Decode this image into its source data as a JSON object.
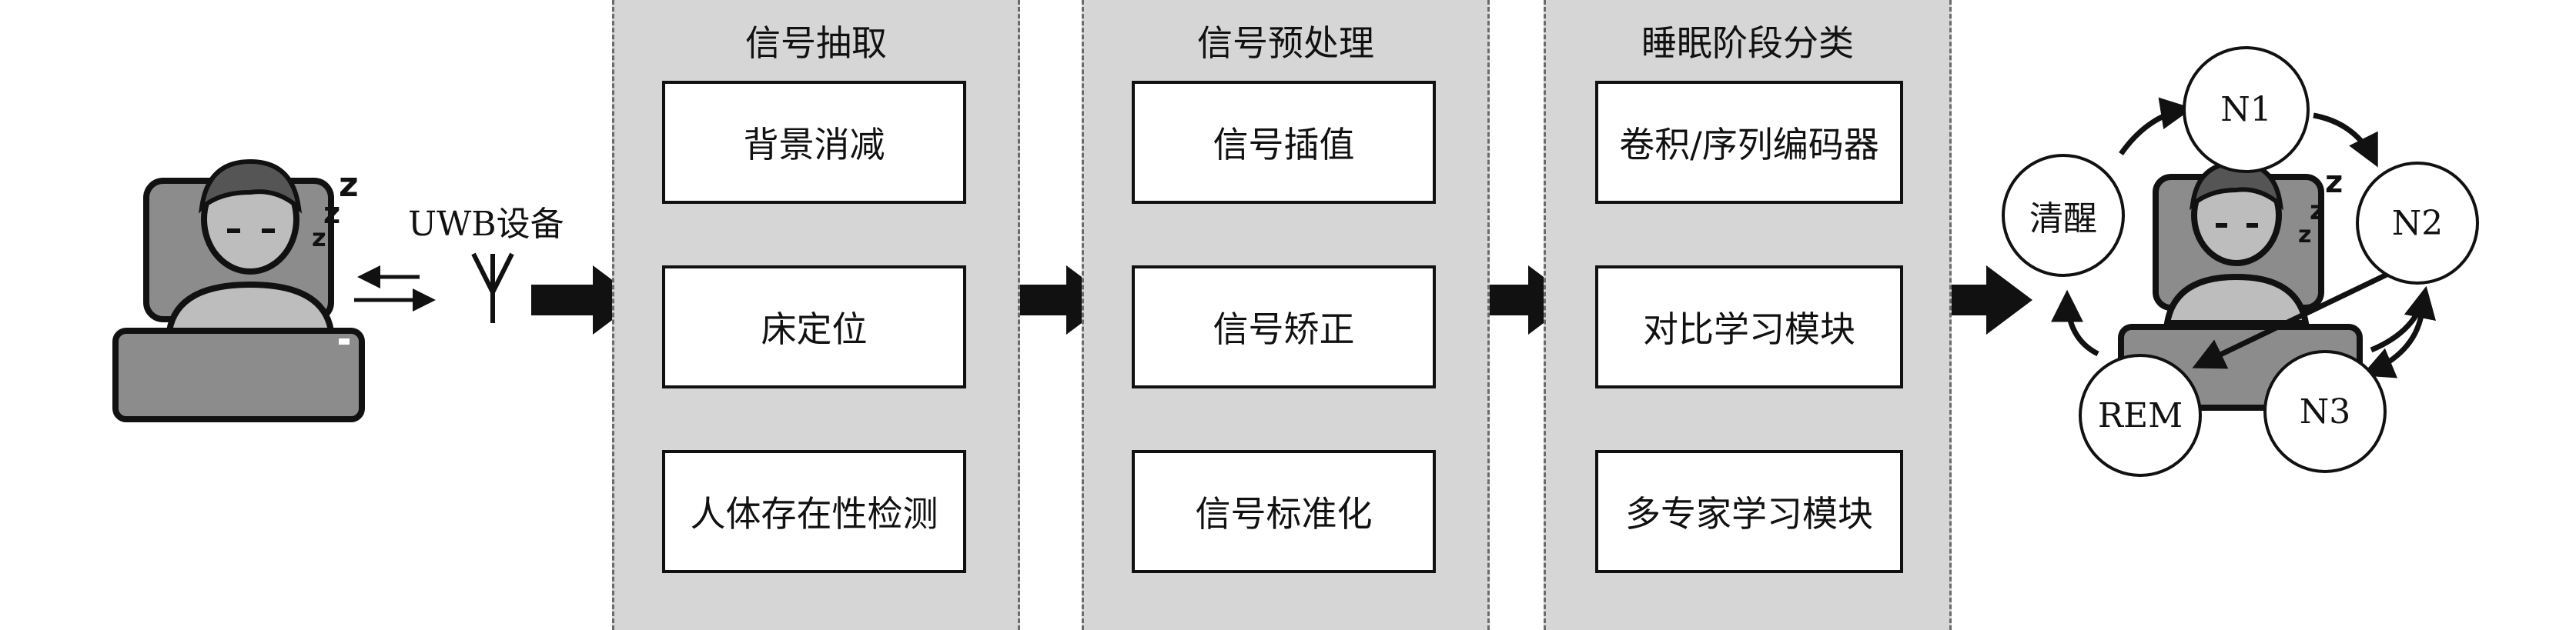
{
  "device": {
    "label": "UWB设备"
  },
  "panels": [
    {
      "title": "信号抽取",
      "steps": [
        "背景消减",
        "床定位",
        "人体存在性检测"
      ]
    },
    {
      "title": "信号预处理",
      "steps": [
        "信号插值",
        "信号矫正",
        "信号标准化"
      ]
    },
    {
      "title": "睡眠阶段分类",
      "steps": [
        "卷积/序列编码器",
        "对比学习模块",
        "多专家学习模块"
      ]
    }
  ],
  "stages": {
    "n1": "N1",
    "n2": "N2",
    "n3": "N3",
    "rem": "REM",
    "wake": "清醒"
  },
  "icons": [
    "sleeping-person-icon",
    "antenna-icon",
    "zzz-icon",
    "arrow-right-icon"
  ],
  "colors": {
    "panel_bg": "#d6d6d6",
    "icon_gray": "#8c8c8c",
    "outline": "#111111"
  }
}
